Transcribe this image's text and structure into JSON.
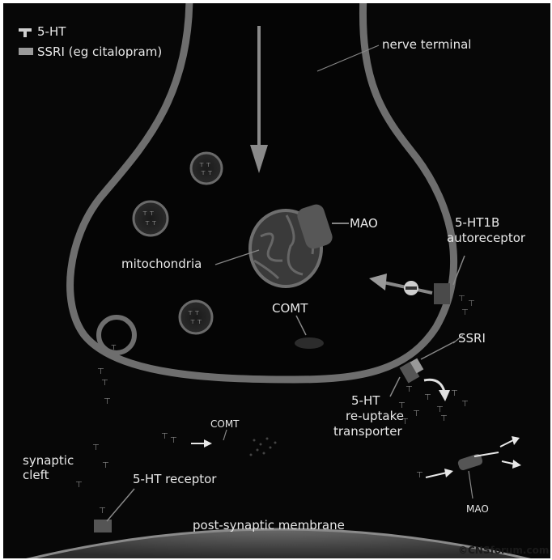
{
  "legend": {
    "ht_label": "5-HT",
    "ssri_label": "SSRI (eg citalopram)"
  },
  "labels": {
    "nerve_terminal": "nerve terminal",
    "mao_top": "MAO",
    "ht1b_line1": "5-HT1B",
    "ht1b_line2": "autoreceptor",
    "mitochondria": "mitochondria",
    "comt_inside": "COMT",
    "ssri": "SSRI",
    "transporter_line1": "5-HT",
    "transporter_line2": "re-uptake",
    "transporter_line3": "transporter",
    "comt_cleft": "COMT",
    "synaptic_cleft_line1": "synaptic",
    "synaptic_cleft_line2": "cleft",
    "ht_receptor": "5-HT receptor",
    "mao_bottom": "MAO",
    "postsynaptic": "post-synaptic membrane",
    "copyright": "©CNSforum.com"
  },
  "colors": {
    "background": "#070707",
    "membrane": "#707070",
    "text": "#e8e8e8"
  }
}
